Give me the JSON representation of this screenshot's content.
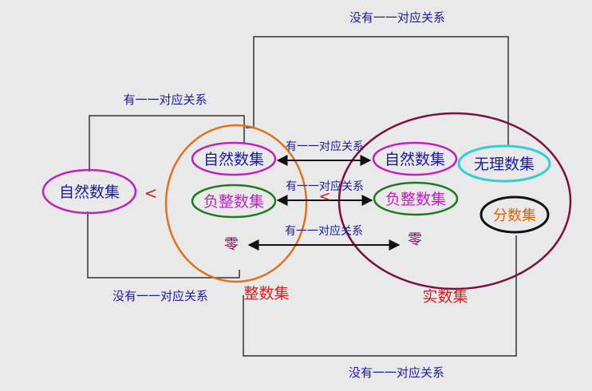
{
  "labels": {
    "top_relation": "没有一一对应关系",
    "left_top_relation": "有一一对应关系",
    "left_bottom_relation": "没有一一对应关系",
    "bottom_relation": "没有一一对应关系",
    "natural_pair_relation": "有一一对应关系",
    "negative_pair_relation": "有一一对应关系",
    "zero_pair_relation": "有一一对应关系",
    "natural_left": "自然数集",
    "less_than_1": "<",
    "less_than_2": "<",
    "integers_natural": "自然数集",
    "integers_negative": "负整数集",
    "integers_zero": "零",
    "integers_set": "整数集",
    "reals_natural": "自然数集",
    "reals_negative": "负整数集",
    "reals_zero": "零",
    "irrational": "无理数集",
    "fraction": "分数集",
    "reals_set": "实数集"
  },
  "colors": {
    "background": "#e9e9e9",
    "blue_text": "#1a1a9a",
    "connector": "#333333",
    "natural_oval": "#c020c0",
    "negative_oval": "#1f7a1f",
    "integer_circle": "#e07020",
    "real_circle": "#7a1040",
    "irrational_oval": "#30d0d0",
    "fraction_oval": "#111111",
    "red_label": "#cc2222",
    "magenta_text": "#c020c0",
    "orange_text": "#e06000",
    "zero_text": "#7a1050"
  }
}
